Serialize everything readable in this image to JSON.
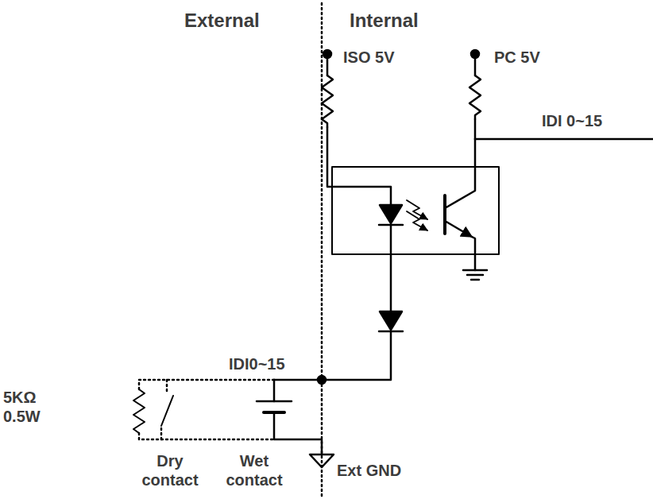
{
  "diagram": {
    "labels": [
      "External",
      "Internal",
      "ISO 5V",
      "PC 5V",
      "IDI 0~15",
      "IDI0~15",
      "5KΩ 0.5W",
      "Dry contact",
      "Wet contact",
      "Ext GND"
    ]
  }
}
